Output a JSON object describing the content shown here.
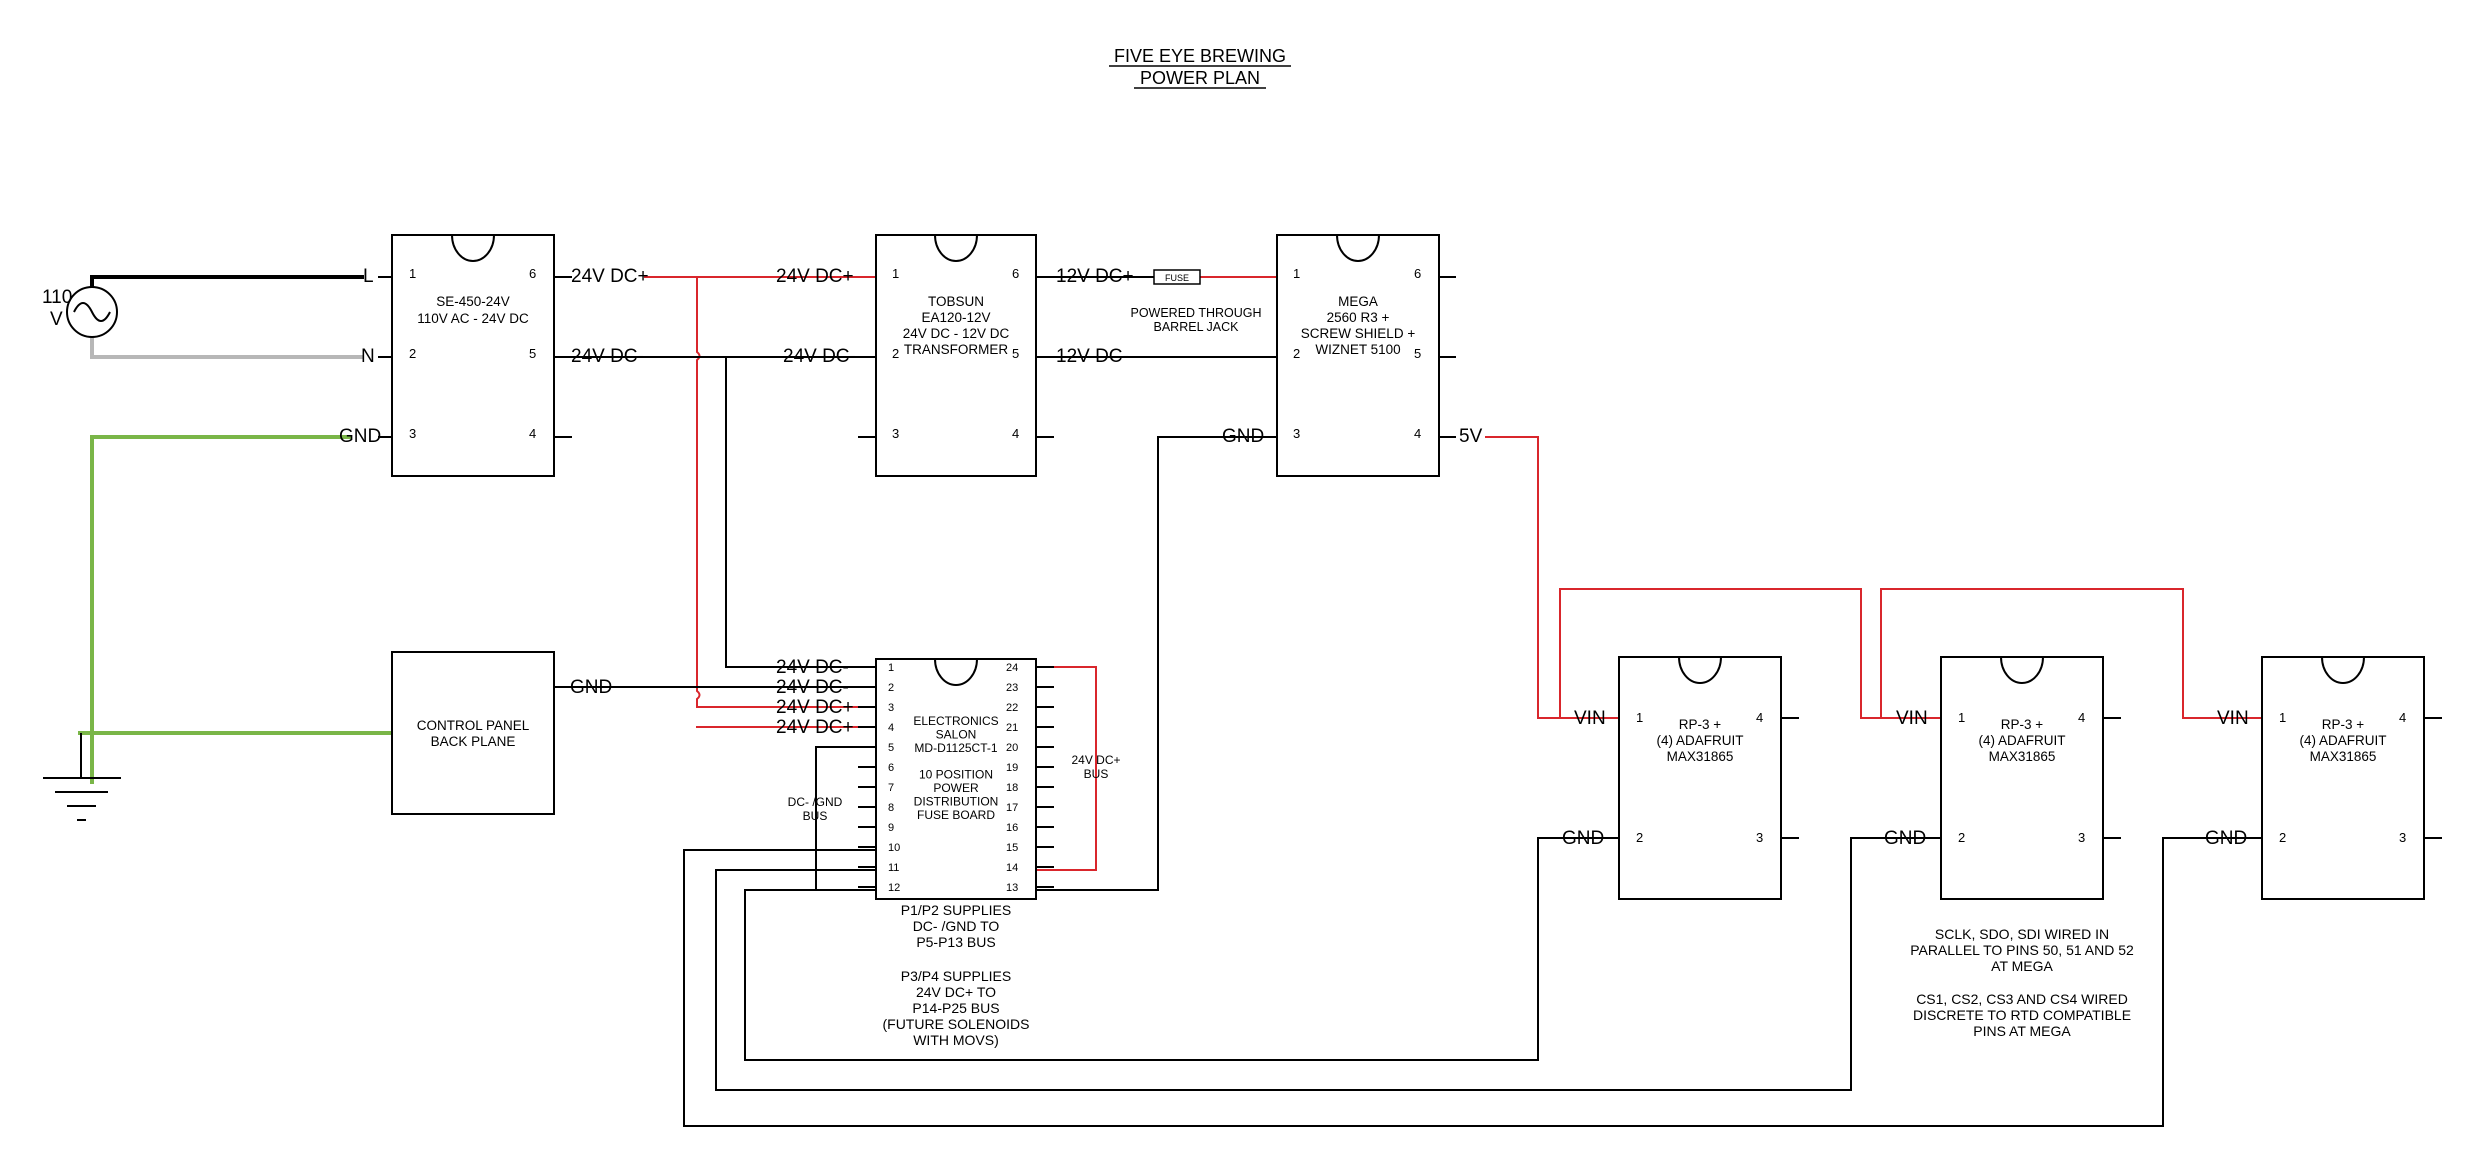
{
  "title": {
    "line1": "FIVE EYE BREWING",
    "line2": "POWER PLAN"
  },
  "source": {
    "label_top": "110",
    "label_bottom": "V"
  },
  "psu": {
    "lines": [
      "SE-450-24V",
      "110V AC - 24V DC"
    ],
    "pins": [
      "1",
      "2",
      "3",
      "4",
      "5",
      "6"
    ],
    "input_labels": {
      "l": "L",
      "n": "N",
      "gnd": "GND"
    },
    "out_pos": "24V DC+",
    "out_neg": "24V DC-"
  },
  "transformer": {
    "lines": [
      "TOBSUN",
      "EA120-12V",
      "24V DC - 12V DC",
      "TRANSFORMER"
    ],
    "pins": [
      "1",
      "2",
      "3",
      "4",
      "5",
      "6"
    ],
    "in_pos": "24V DC+",
    "in_neg": "24V DC-",
    "out_pos": "12V DC+",
    "out_neg": "12V DC-"
  },
  "fuse": {
    "label": "FUSE",
    "note": [
      "POWERED THROUGH",
      "BARREL JACK"
    ]
  },
  "mega": {
    "lines": [
      "MEGA",
      "2560 R3 +",
      "SCREW SHIELD +",
      "WIZNET 5100"
    ],
    "pins": [
      "1",
      "2",
      "3",
      "4",
      "5",
      "6"
    ],
    "gnd": "GND",
    "out5v": "5V"
  },
  "control_panel": {
    "lines": [
      "CONTROL PANEL",
      "BACK PLANE"
    ],
    "gnd": "GND"
  },
  "fuse_board": {
    "lines": [
      "ELECTRONICS",
      "SALON",
      "MD-D1125CT-1",
      "",
      "10 POSITION",
      "POWER",
      "DISTRIBUTION",
      "FUSE BOARD"
    ],
    "left_pins": [
      "1",
      "2",
      "3",
      "4",
      "5",
      "6",
      "7",
      "8",
      "9",
      "10",
      "11",
      "12"
    ],
    "right_pins": [
      "24",
      "23",
      "22",
      "21",
      "20",
      "19",
      "18",
      "17",
      "16",
      "15",
      "14",
      "13"
    ],
    "in_labels": [
      "24V DC-",
      "24V DC-",
      "24V DC+",
      "24V DC+"
    ],
    "dc_bus": [
      "DC- /GND",
      "BUS"
    ],
    "pos_bus": [
      "24V DC+",
      "BUS"
    ]
  },
  "fuse_notes": {
    "p1p2": [
      "P1/P2 SUPPLIES",
      "DC- /GND TO",
      "P5-P13 BUS"
    ],
    "p3p4": [
      "P3/P4 SUPPLIES",
      "24V DC+ TO",
      "P14-P25 BUS",
      "(FUTURE SOLENOIDS",
      "WITH MOVS)"
    ]
  },
  "rp_modules": [
    {
      "lines": [
        "RP-3 +",
        "(4) ADAFRUIT",
        "MAX31865"
      ],
      "vin": "VIN",
      "gnd": "GND",
      "pins": [
        "1",
        "2",
        "3",
        "4"
      ]
    },
    {
      "lines": [
        "RP-3 +",
        "(4) ADAFRUIT",
        "MAX31865"
      ],
      "vin": "VIN",
      "gnd": "GND",
      "pins": [
        "1",
        "2",
        "3",
        "4"
      ]
    },
    {
      "lines": [
        "RP-3 +",
        "(4) ADAFRUIT",
        "MAX31865"
      ],
      "vin": "VIN",
      "gnd": "GND",
      "pins": [
        "1",
        "2",
        "3",
        "4"
      ]
    }
  ],
  "rtd_notes": {
    "spi": [
      "SCLK, SDO, SDI WIRED IN",
      "PARALLEL TO PINS 50, 51 AND 52",
      "AT MEGA"
    ],
    "cs": [
      "CS1, CS2, CS3 AND CS4 WIRED",
      "DISCRETE TO RTD COMPATIBLE",
      "PINS AT MEGA"
    ]
  },
  "colors": {
    "wire": "#000000",
    "positive": "#d9262c",
    "ground": "#7ab648",
    "neutral": "#b7b7b7"
  }
}
